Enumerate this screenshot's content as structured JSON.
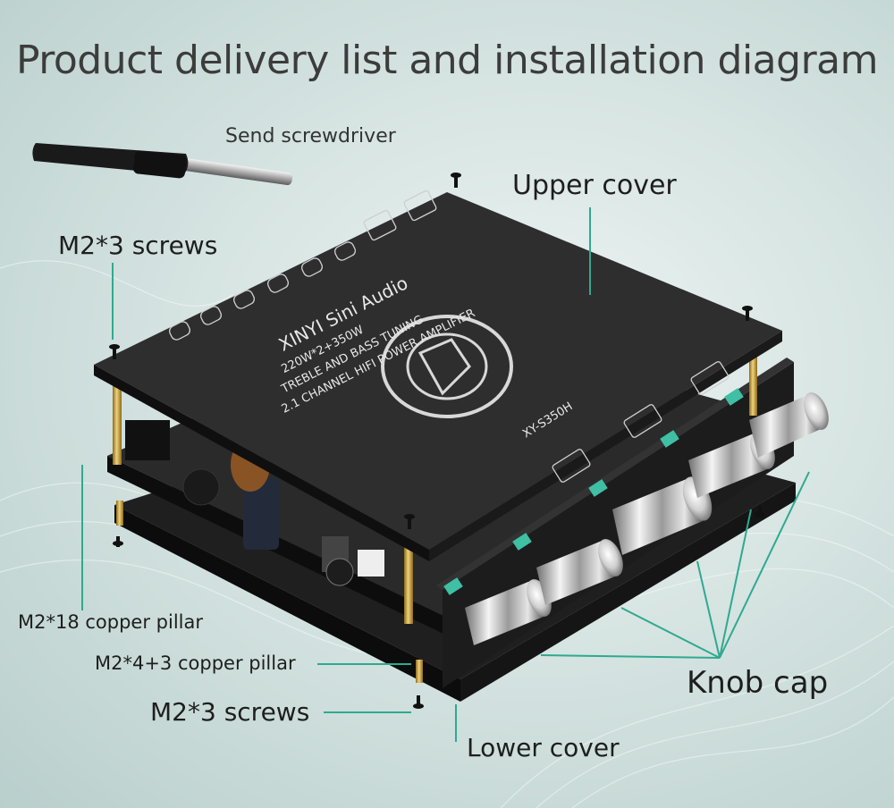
{
  "title": "Product delivery list and installation diagram",
  "labels": {
    "screwdriver": "Send screwdriver",
    "upper_cover": "Upper cover",
    "m2x3_top": "M2*3 screws",
    "m2x18": "M2*18 copper pillar",
    "m2x4_3": "M2*4+3 copper pillar",
    "m2x3_bottom": "M2*3 screws",
    "lower_cover": "Lower cover",
    "knob_cap": "Knob cap"
  },
  "board": {
    "brand": "XINYI Sini Audio",
    "power": "220W*2+350W",
    "line1": "TREBLE AND BASS TUNING",
    "line2": "2.1 CHANNEL HIFI POWER AMPLIFIER",
    "model": "XY-S350H"
  },
  "colors": {
    "callout_line": "#2fa98f",
    "board": "#2b2b2b",
    "copper": "#c9a240",
    "teal_knob_base": "#3fbfa4"
  }
}
